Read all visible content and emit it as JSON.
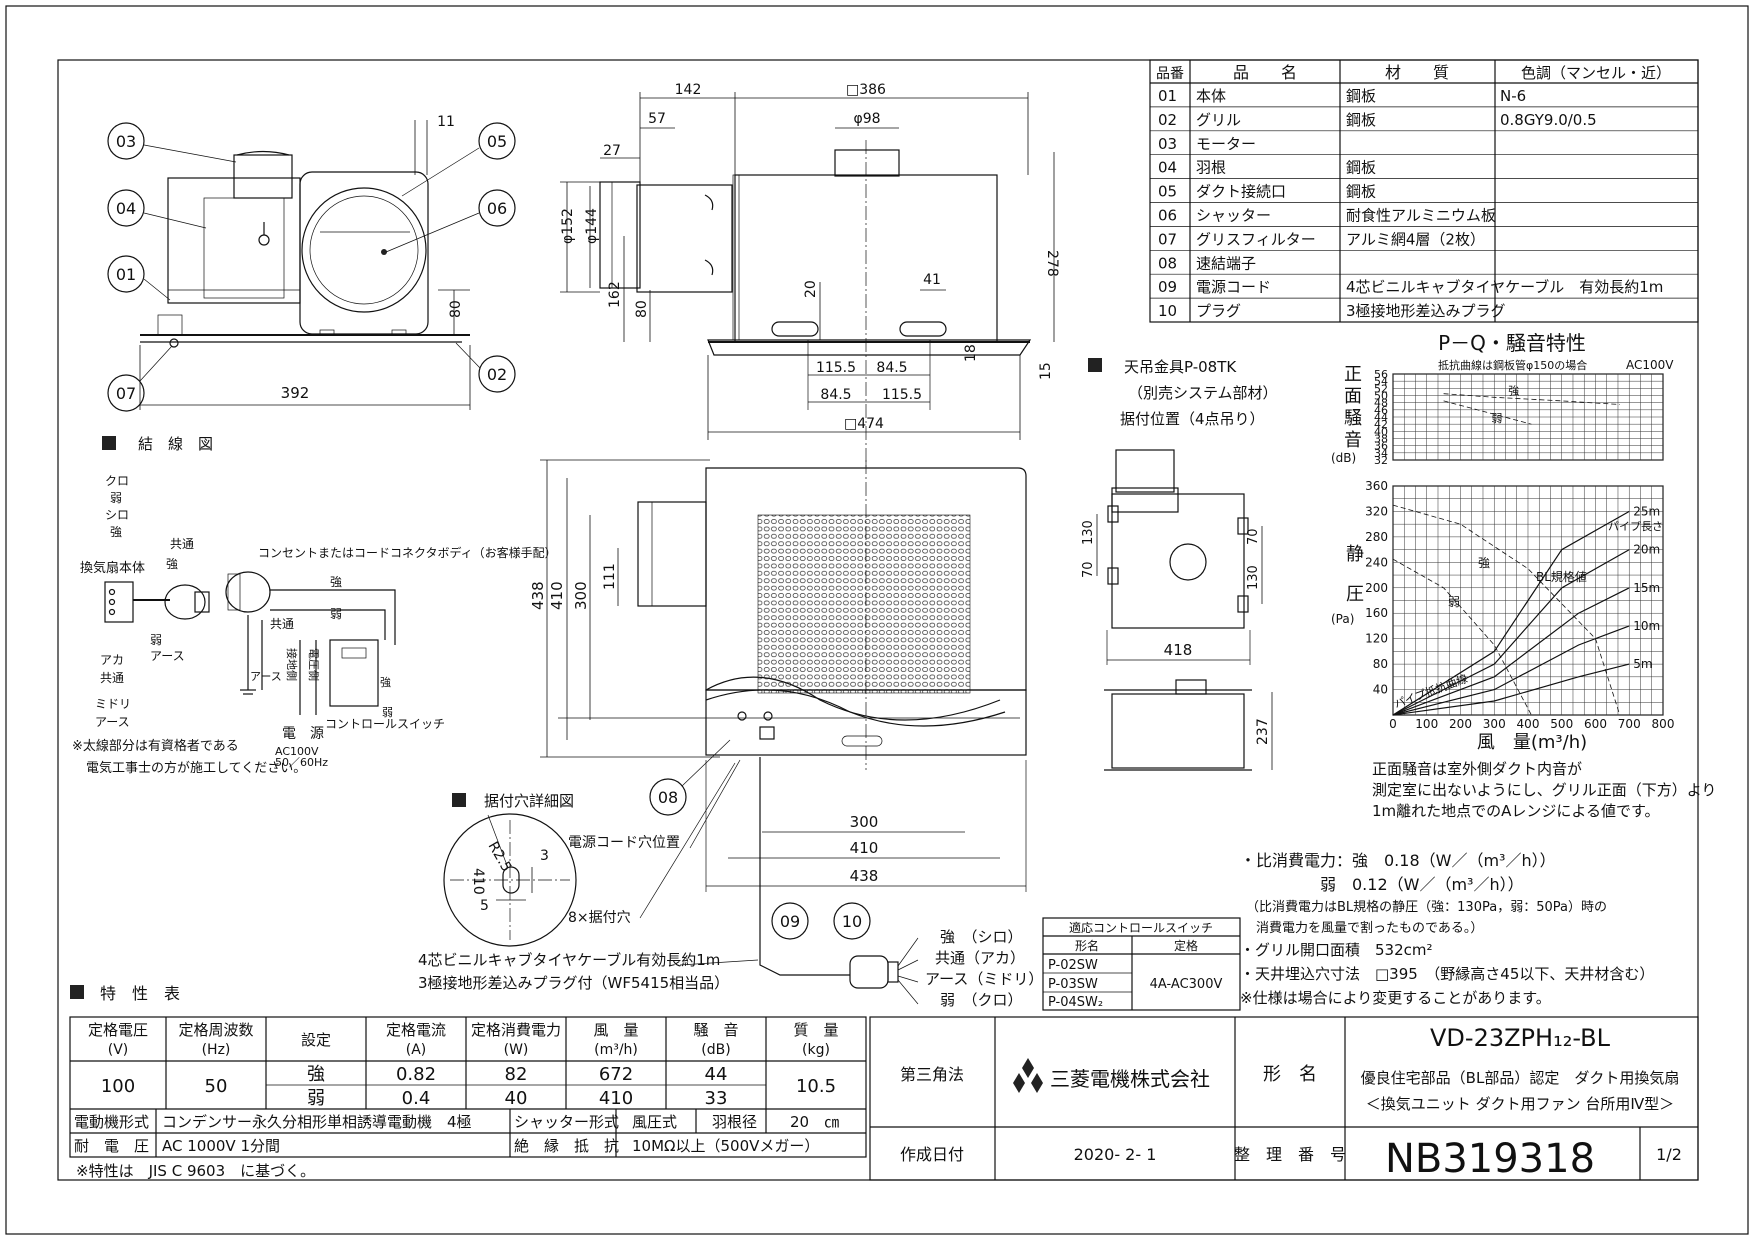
{
  "parts_table": {
    "headers": [
      "品番",
      "品　　名",
      "材　　質",
      "色調（マンセル・近）"
    ],
    "rows": [
      [
        "01",
        "本体",
        "鋼板",
        "N-6"
      ],
      [
        "02",
        "グリル",
        "鋼板",
        "0.8GY9.0/0.5"
      ],
      [
        "03",
        "モーター",
        "",
        ""
      ],
      [
        "04",
        "羽根",
        "鋼板",
        ""
      ],
      [
        "05",
        "ダクト接続口",
        "鋼板",
        ""
      ],
      [
        "06",
        "シャッター",
        "耐食性アルミニウム板",
        ""
      ],
      [
        "07",
        "グリスフィルター",
        "アルミ網4層（2枚）",
        ""
      ],
      [
        "08",
        "速結端子",
        "",
        ""
      ],
      [
        "09",
        "電源コード",
        "4芯ビニルキャブタイヤケーブル　有効長約1m",
        ""
      ],
      [
        "10",
        "プラグ",
        "3極接地形差込みプラグ",
        ""
      ]
    ]
  },
  "side_view": {
    "callouts": [
      "03",
      "04",
      "01",
      "07",
      "05",
      "06",
      "02"
    ],
    "dims": [
      "11",
      "80",
      "392"
    ]
  },
  "front_view": {
    "dims": [
      "142",
      "□386",
      "57",
      "φ98",
      "27",
      "φ152",
      "φ144",
      "278",
      "162",
      "80",
      "20",
      "41",
      "115.5",
      "84.5",
      "84.5",
      "115.5",
      "18",
      "15",
      "□474"
    ]
  },
  "wiring": {
    "title": "結　線　図",
    "labels": [
      "クロ",
      "弱",
      "シロ",
      "強",
      "換気扇本体",
      "共通",
      "強",
      "アカ",
      "共通",
      "ミドリ",
      "アース",
      "弱",
      "アース",
      "コンセントまたはコードコネクタボディ（お客様手配）",
      "強",
      "弱",
      "共通",
      "アース",
      "接地側",
      "電圧側",
      "強",
      "弱",
      "コントロールスイッチ",
      "電　源",
      "AC100V",
      "50／60Hz"
    ],
    "note1": "※太線部分は有資格者である",
    "note2": "電気工事士の方が施工してください。"
  },
  "bottom_view": {
    "dims": [
      "438",
      "410",
      "300",
      "111",
      "300",
      "410",
      "438"
    ],
    "callout_08": "08",
    "cord_hole": "電源コード穴位置",
    "mount_holes": "8×据付穴",
    "cable_note1": "4芯ビニルキャブタイヤケーブル有効長約1m",
    "cable_note2": "3極接地形差込みプラグ付（WF5415相当品）",
    "callout_09": "09",
    "callout_10": "10",
    "plug_labels": [
      "強　（シロ）",
      "共通（アカ）",
      "アース（ミドリ）",
      "弱　（クロ）"
    ]
  },
  "mount_detail": {
    "title": "据付穴詳細図",
    "dims": [
      "R2.5",
      "410",
      "3",
      "5"
    ]
  },
  "bracket": {
    "title": "天吊金具P-08TK",
    "sub1": "（別売システム部材）",
    "sub2": "据付位置（4点吊り）",
    "dims": [
      "70",
      "130",
      "130",
      "70",
      "418",
      "237"
    ]
  },
  "pq_chart": {
    "title": "P－Q・騒音特性",
    "noise_label_chars": [
      "正",
      "面",
      "騒",
      "音"
    ],
    "noise_unit": "(dB)",
    "resistance_note": "抵抗曲線は鋼板管φ150の場合",
    "voltage": "AC100V",
    "noise_ticks": [
      "56",
      "52",
      "48",
      "44",
      "40",
      "36",
      "32",
      "54",
      "50",
      "46",
      "42",
      "38",
      "34"
    ],
    "noise_series": [
      "強",
      "弱"
    ],
    "pressure_label_chars": [
      "静",
      "圧"
    ],
    "pressure_unit": "(Pa)",
    "pressure_ticks": [
      "360",
      "320",
      "280",
      "240",
      "200",
      "160",
      "120",
      "80",
      "40"
    ],
    "x_ticks": [
      "0",
      "100",
      "200",
      "300",
      "400",
      "500",
      "600",
      "700",
      "800"
    ],
    "pipe_label": "パイプ長さ",
    "pipe_lengths": [
      "25m",
      "20m",
      "15m",
      "10m",
      "5m"
    ],
    "bl_label": "BL規格値",
    "curve_labels": [
      "強",
      "弱"
    ],
    "pipe_resistance_label": "パイプ抵抗曲線",
    "x_label": "風　量(m³/h)"
  },
  "chart_data": {
    "type": "line",
    "title": "P－Q・騒音特性",
    "xlabel": "風　量(m³/h)",
    "ylabel": "静圧(Pa)",
    "xlim": [
      0,
      800
    ],
    "ylim": [
      0,
      360
    ],
    "noise_ylim": [
      32,
      56
    ],
    "series": [
      {
        "name": "強",
        "x": [
          0,
          200,
          400,
          600,
          672
        ],
        "y": [
          330,
          300,
          230,
          120,
          0
        ]
      },
      {
        "name": "弱",
        "x": [
          0,
          150,
          300,
          410
        ],
        "y": [
          245,
          200,
          110,
          0
        ]
      }
    ],
    "noise_series": [
      {
        "name": "強",
        "x": [
          150,
          300,
          500,
          672
        ],
        "y": [
          50.5,
          49.5,
          48.5,
          47.5
        ]
      },
      {
        "name": "弱",
        "x": [
          150,
          250,
          410
        ],
        "y": [
          48.5,
          46,
          42
        ]
      }
    ],
    "pipe_resistance_curves": [
      {
        "name": "25m",
        "x": [
          0,
          300,
          500,
          700
        ],
        "y": [
          0,
          100,
          260,
          320
        ]
      },
      {
        "name": "20m",
        "x": [
          0,
          300,
          500,
          700
        ],
        "y": [
          0,
          80,
          200,
          260
        ]
      },
      {
        "name": "15m",
        "x": [
          0,
          300,
          550,
          700
        ],
        "y": [
          0,
          60,
          160,
          200
        ]
      },
      {
        "name": "10m",
        "x": [
          0,
          300,
          550,
          700
        ],
        "y": [
          0,
          40,
          110,
          140
        ]
      },
      {
        "name": "5m",
        "x": [
          0,
          300,
          550,
          700
        ],
        "y": [
          0,
          22,
          60,
          80
        ]
      }
    ],
    "grid": true
  },
  "notes": {
    "noise_note1": "正面騒音は室外側ダクト内音が",
    "noise_note2": "測定室に出ないようにし、グリル正面（下方）より",
    "noise_note3": "1m離れた地点でのAレンジによる値です。",
    "power1": "・比消費電力：強　0.18（W／（m³／h））",
    "power2": "弱　0.12（W／（m³／h））",
    "power3": "（比消費電力はBL規格の静圧（強：130Pa，弱：50Pa）時の",
    "power4": "消費電力を風量で割ったものである。）",
    "grille": "・グリル開口面積　532cm²",
    "ceiling": "・天井埋込穴寸法　□395　（野縁高さ45以下、天井材含む）",
    "spec_change": "※仕様は場合により変更することがあります。"
  },
  "switch_table": {
    "title": "適応コントロールスイッチ",
    "col1": "形名",
    "col2": "定格",
    "models": [
      "P-02SW",
      "P-03SW",
      "P-04SW₂"
    ],
    "rating": "4A-AC300V"
  },
  "spec": {
    "title": "特　性　表",
    "headers": [
      [
        "定格電圧",
        "(V)"
      ],
      [
        "定格周波数",
        "(Hz)"
      ],
      [
        "設定",
        ""
      ],
      [
        "定格電流",
        "(A)"
      ],
      [
        "定格消費電力",
        "(W)"
      ],
      [
        "風　量",
        "(m³/h)"
      ],
      [
        "騒　音",
        "(dB)"
      ],
      [
        "質　量",
        "(kg)"
      ]
    ],
    "voltage": "100",
    "frequency": "50",
    "rows": [
      [
        "強",
        "0.82",
        "82",
        "672",
        "44"
      ],
      [
        "弱",
        "0.4",
        "40",
        "410",
        "33"
      ]
    ],
    "mass": "10.5",
    "motor_label": "電動機形式",
    "motor_value": "コンデンサー永久分相形単相誘導電動機　4極",
    "shutter_label": "シャッター形式",
    "shutter_value": "風圧式",
    "blade_label": "羽根径",
    "blade_value": "20　㎝",
    "withstand_label": "耐　電　圧",
    "withstand_value": "AC 1000V 1分間",
    "insulation_label": "絶　縁　抵　抗",
    "insulation_value": "10MΩ以上（500Vメガー）",
    "footnote": "※特性は　JIS C 9603　に基づく。"
  },
  "title_block": {
    "projection": "第三角法",
    "company": "三菱電機株式会社",
    "model_label": "形　名",
    "model": "VD-23ZPH₁₂-BL",
    "desc1": "優良住宅部品（BL部品）認定　ダクト用換気扇",
    "desc2": "＜換気ユニット ダクト用ファン 台所用Ⅳ型＞",
    "date_label": "作成日付",
    "date": "2020- 2- 1",
    "number_label": "整　理　番　号",
    "number": "NB319318",
    "page": "1/2"
  }
}
